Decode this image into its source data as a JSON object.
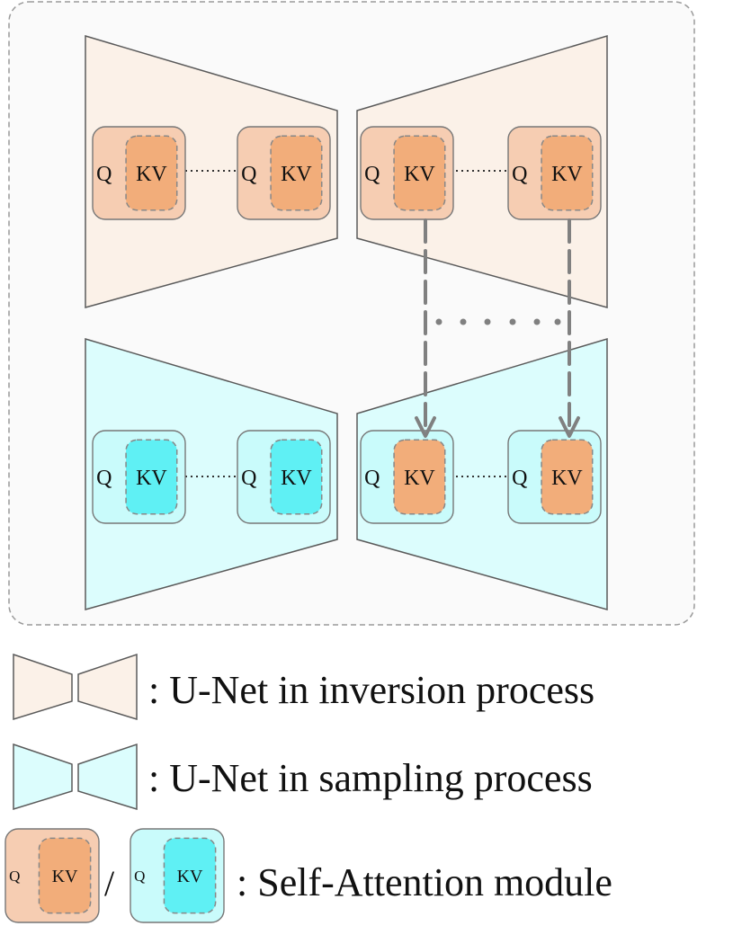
{
  "colors": {
    "inversion_fill": "#fbf1e8",
    "inversion_stroke": "#5a5a5a",
    "sampling_fill": "#dcfdfd",
    "module_outer_orange": "#f6cdb2",
    "module_inner_orange": "#f2ad7a",
    "module_outer_cyan": "#c9fbfb",
    "module_inner_cyan": "#5ff0f4",
    "arrow": "#808080",
    "frame": "#9a9a9a",
    "frame_bg": "#fafafa"
  },
  "diagram": {
    "inversion_unet": {
      "modules": [
        {
          "q": "Q",
          "kv": "KV",
          "kv_state": "orange"
        },
        {
          "q": "Q",
          "kv": "KV",
          "kv_state": "orange"
        },
        {
          "q": "Q",
          "kv": "KV",
          "kv_state": "orange"
        },
        {
          "q": "Q",
          "kv": "KV",
          "kv_state": "orange"
        }
      ]
    },
    "sampling_unet": {
      "modules": [
        {
          "q": "Q",
          "kv": "KV",
          "kv_state": "cyan"
        },
        {
          "q": "Q",
          "kv": "KV",
          "kv_state": "cyan"
        },
        {
          "q": "Q",
          "kv": "KV",
          "kv_state": "orange"
        },
        {
          "q": "Q",
          "kv": "KV",
          "kv_state": "orange"
        }
      ]
    }
  },
  "legend": {
    "inversion_label": ": U-Net in inversion process",
    "sampling_label": ": U-Net in sampling process",
    "separator": "/",
    "attention_label": ": Self-Attention module",
    "example_q": "Q",
    "example_kv": "KV"
  }
}
